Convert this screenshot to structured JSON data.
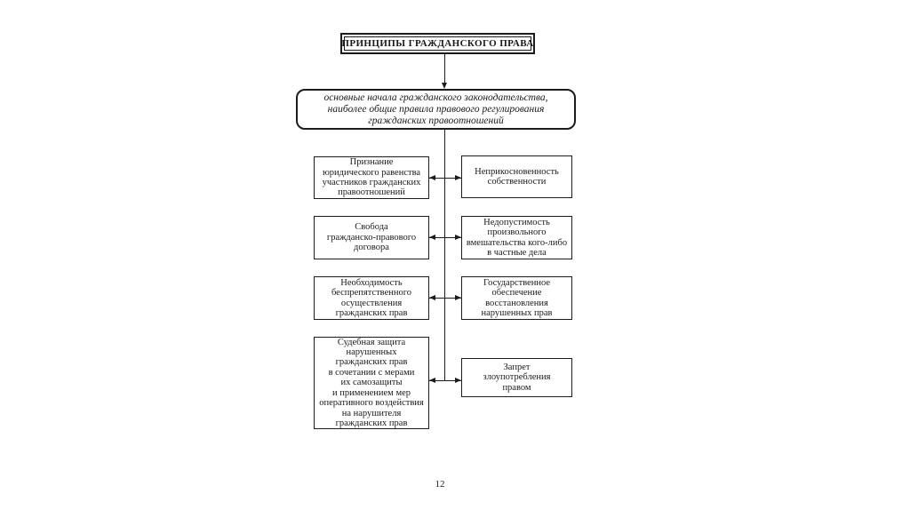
{
  "page": {
    "number": "12"
  },
  "diagram": {
    "title": "ПРИНЦИПЫ ГРАЖДАНСКОГО ПРАВА",
    "definition": "основные начала гражданского законодательства,\nнаиболее общие правила правового регулирования\nгражданских правоотношений",
    "pairs": [
      {
        "left": "Признание\nюридического равенства\nучастников гражданских\nправоотношений",
        "right": "Неприкосновенность\nсобственности"
      },
      {
        "left": "Свобода\nгражданско-правового\nдоговора",
        "right": "Недопустимость\nпроизвольного\nвмешательства кого-либо\nв частные дела"
      },
      {
        "left": "Необходимость\nбеспрепятственного\nосуществления\nгражданских прав",
        "right": "Государственное\nобеспечение\nвосстановления\nнарушенных прав"
      },
      {
        "left": "Судебная защита\nнарушенных\nгражданских прав\nв сочетании с мерами\nих самозащиты\nи применением мер\nоперативного воздействия\nна нарушителя\nгражданских прав",
        "right": "Запрет\nзлоупотребления\nправом"
      }
    ],
    "colors": {
      "line": "#1c1c1c",
      "text": "#1a1a1a",
      "background": "#ffffff"
    }
  }
}
